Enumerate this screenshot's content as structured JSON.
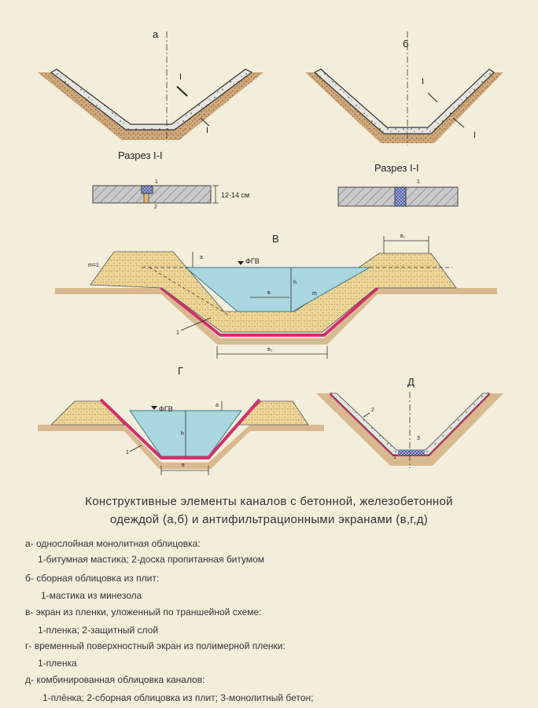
{
  "diagrams": {
    "a": {
      "label": "а",
      "section_title": "Разрез I-I",
      "marker": "I",
      "thickness": "12-14 см",
      "callout_1": "1",
      "callout_2": "2"
    },
    "b": {
      "label": "б",
      "section_title": "Разрез I-I",
      "marker": "I",
      "callout_1": "1"
    },
    "v": {
      "label": "В",
      "water_level": "ФГВ",
      "dim_a": "а",
      "dim_h": "h",
      "dim_m_left": "m=1",
      "dim_m_right": "m",
      "dim_b": "в",
      "dim_b1": "в₁",
      "dim_b2": "в₂",
      "callout_1": "1"
    },
    "g": {
      "label": "Г",
      "water_level": "ФГВ",
      "dim_a": "а",
      "dim_h": "h",
      "dim_b": "в",
      "callout_1": "1"
    },
    "d": {
      "label": "Д",
      "callout_1": "1",
      "callout_2": "2",
      "callout_3": "3"
    }
  },
  "caption": {
    "line1": "Конструктивные элементы каналов с бетонной, железобетонной",
    "line2": "одеждой (а,б) и антифильтрационными экранами (в,г,д)"
  },
  "legend": [
    {
      "head": "а- однослойная монолитная облицовка:",
      "detail": "1-битумная мастика; 2-доска пропитанная битумом"
    },
    {
      "head": "б- сборная облицовка из плит:",
      "detail": "1-мастика из минезола"
    },
    {
      "head": "в- экран из пленки, уложенный по траншейной схеме:",
      "detail": "1-пленка; 2-защитный слой"
    },
    {
      "head": "г- временный поверхностный экран из полимерной пленки:",
      "detail": "1-пленка"
    },
    {
      "head": "д- комбинированная облицовка каналов:",
      "detail": "1-плёнка; 2-сборная облицовка из плит; 3-монолитный бетон;"
    }
  ]
}
